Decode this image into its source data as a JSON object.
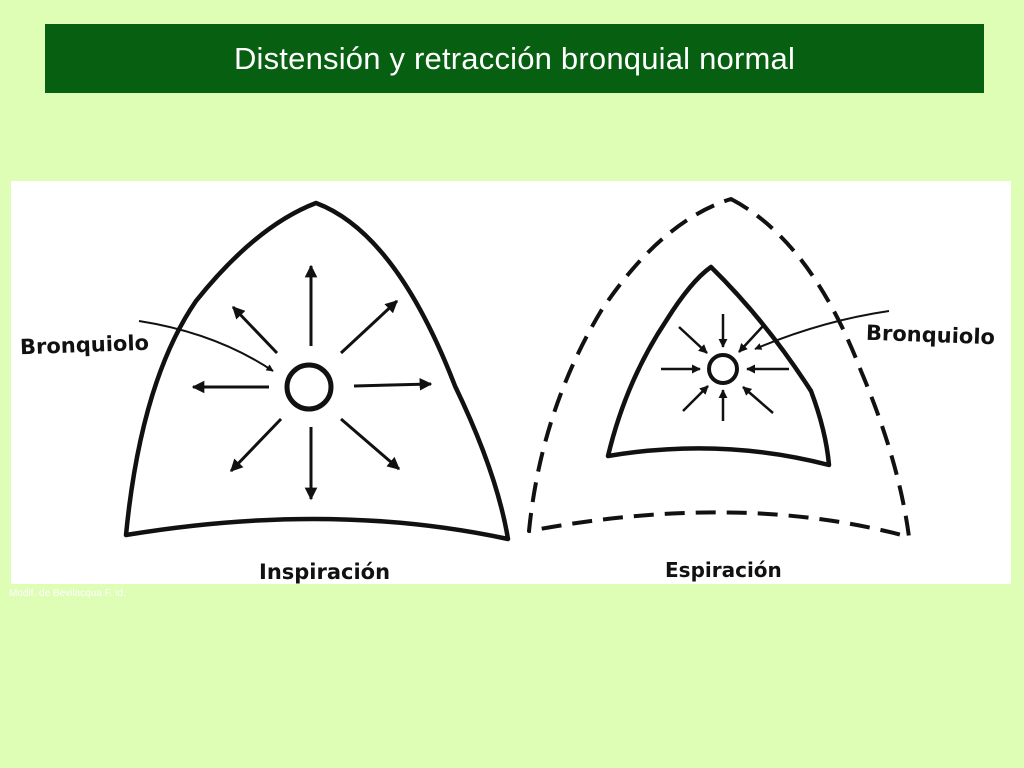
{
  "slide": {
    "title": "Distensión y retracción bronquial normal",
    "credit": "Modif. de Bevilacqua F. id.",
    "background_color": "#ddfeb4",
    "title_bar_color": "#075f12"
  },
  "diagram": {
    "left_panel": {
      "caption": "Inspiración",
      "pointer_label": "Bronquiolo",
      "arrow_direction": "outward"
    },
    "right_panel": {
      "caption": "Espiración",
      "pointer_label": "Bronquiolo",
      "arrow_direction": "inward"
    }
  }
}
